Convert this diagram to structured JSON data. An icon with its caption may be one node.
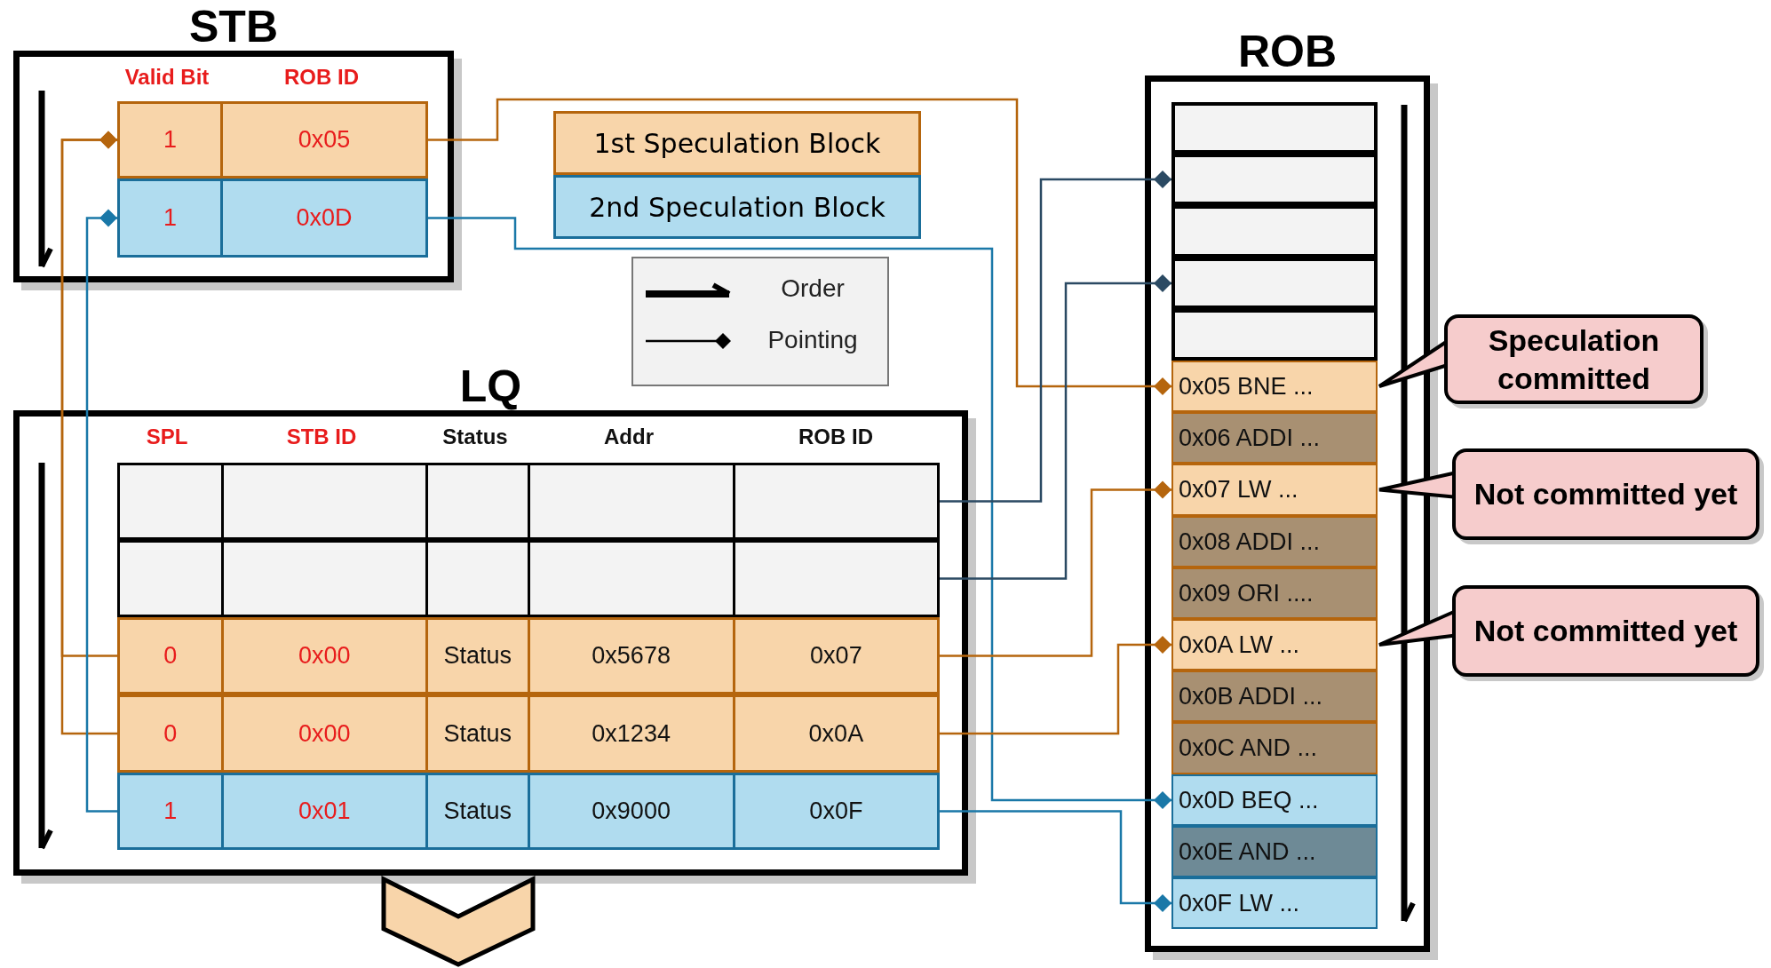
{
  "diagram": {
    "nodes": [
      {
        "text": [
          "STB"
        ]
      },
      {
        "text": [
          "1",
          "0x05"
        ],
        "in": 0
      },
      {
        "text": [
          "1",
          "0x0D"
        ],
        "in": 0
      },
      {
        "text": [
          "1st Speculation Block"
        ]
      },
      {
        "text": [
          "2nd Speculation Block"
        ]
      },
      {
        "text": [
          "ROB"
        ]
      },
      {
        "text": [],
        "shape": "bar",
        "in": 5
      },
      {
        "text": [],
        "shape": "bar",
        "in": 5
      },
      {
        "text": [],
        "shape": "bar",
        "in": 5
      },
      {
        "text": [],
        "shape": "bar",
        "in": 5
      },
      {
        "text": [],
        "shape": "bar",
        "in": 5
      },
      {
        "text": [
          "0x05 BNE ..."
        ],
        "in": 5
      },
      {
        "text": [
          "0x06 ADDI ..."
        ],
        "in": 5
      },
      {
        "text": [
          "0x07 LW ..."
        ],
        "in": 5
      },
      {
        "text": [
          "0x08 ADDI ..."
        ],
        "in": 5
      },
      {
        "text": [
          "0x09 ORI ...."
        ],
        "in": 5
      },
      {
        "text": [
          "0x0A LW ..."
        ],
        "in": 5
      },
      {
        "text": [
          "0x0B ADDI ..."
        ],
        "in": 5
      },
      {
        "text": [
          "0x0C AND ..."
        ],
        "in": 5
      },
      {
        "text": [
          "0x0D BEQ ..."
        ],
        "in": 5
      },
      {
        "text": [
          "0x0E AND ..."
        ],
        "in": 5
      },
      {
        "text": [
          "0x0F LW ..."
        ],
        "in": 5
      },
      {
        "text": [
          "Speculation committed"
        ]
      },
      {
        "text": [
          "Not committed yet"
        ]
      },
      {
        "text": [
          "Not committed yet"
        ]
      },
      {
        "text": [
          "LQ"
        ]
      },
      {
        "text": [],
        "shape": "bar",
        "in": 25
      },
      {
        "text": [],
        "shape": "bar",
        "in": 25
      },
      {
        "text": [
          "0",
          "0x00",
          "Status",
          "0x5678",
          "0x07"
        ],
        "in": 25
      },
      {
        "text": [
          "0",
          "0x00",
          "Status",
          "0x1234",
          "0x0A"
        ],
        "in": 25
      },
      {
        "text": [
          "1",
          "0x01",
          "Status",
          "0x9000",
          "0x0F"
        ],
        "in": 25
      }
    ],
    "edges": [
      {
        "from": 1,
        "to": 11,
        "arrow": "other",
        "color": "#b5650d"
      },
      {
        "from": 2,
        "to": 19,
        "arrow": "other",
        "color": "#1a78a8"
      },
      {
        "from": 26,
        "to": 7,
        "arrow": "other",
        "color": "#2b4a63"
      },
      {
        "from": 27,
        "to": 9,
        "arrow": "other",
        "color": "#2b4a63"
      },
      {
        "from": 28,
        "to": 13,
        "arrow": "other",
        "color": "#b5650d"
      },
      {
        "from": 29,
        "to": 16,
        "arrow": "other",
        "color": "#b5650d"
      },
      {
        "from": 30,
        "to": 21,
        "arrow": "other",
        "color": "#1a78a8"
      },
      {
        "from": 28,
        "to": 1,
        "arrow": "other",
        "color": "#b5650d"
      },
      {
        "from": 29,
        "to": 1,
        "arrow": "other",
        "color": "#b5650d"
      },
      {
        "from": 30,
        "to": 2,
        "arrow": "other",
        "color": "#1a78a8"
      },
      {
        "from": 22,
        "to": 11,
        "arrow": "to",
        "color": "#000000"
      },
      {
        "from": 23,
        "to": 13,
        "arrow": "to",
        "color": "#000000"
      },
      {
        "from": 24,
        "to": 16,
        "arrow": "to",
        "color": "#000000"
      }
    ],
    "labels": [
      "Valid Bit",
      "ROB ID",
      "SPL",
      "STB ID",
      "Status",
      "Addr",
      "ROB ID"
    ],
    "legend": [
      {
        "text": "Order"
      },
      {
        "text": "Pointing"
      }
    ]
  }
}
